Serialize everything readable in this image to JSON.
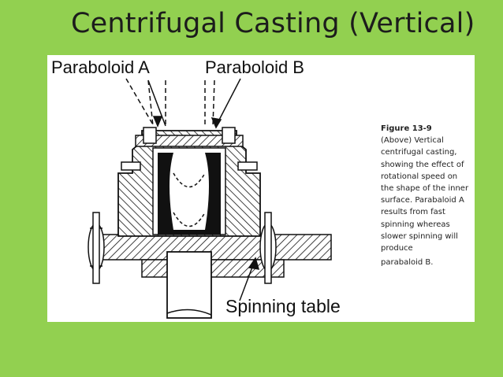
{
  "slide": {
    "title": "Centrifugal Casting (Vertical)"
  },
  "diagram": {
    "label_a": "Paraboloid A",
    "label_b": "Paraboloid B",
    "label_table": "Spinning table"
  },
  "caption": {
    "figure_number": "Figure 13-9",
    "text": "(Above) Vertical centrifugal casting, showing the effect of rotational speed on the shape of the inner surface. Parabaloid A results from fast spinning whereas slower spinning will produce",
    "last_line": "parabaloid B."
  },
  "colors": {
    "background": "#92d050",
    "panel": "#ffffff",
    "ink": "#111111"
  }
}
